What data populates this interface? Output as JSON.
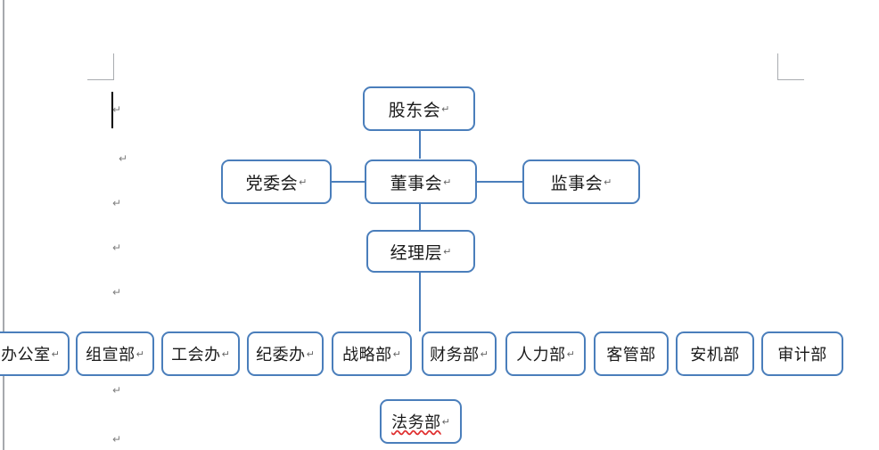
{
  "document": {
    "type": "word-processor-page",
    "page_background": "#ffffff",
    "margin_guide_color": "#a9acb0",
    "page_edge_color": "#a6a9ad"
  },
  "theme": {
    "box_border": "#4a7ebb",
    "connector": "#4a7ebb",
    "box_fill": "#ffffff",
    "text": "#1a1a1a",
    "paragraph_mark": "#808080",
    "spellcheck_underline": "#e03030",
    "caret": "#000000"
  },
  "chart": {
    "title": "",
    "return_mark": "↵",
    "levels": {
      "shareholders": {
        "label": "股东会",
        "return_mark": "↵"
      },
      "party_committee": {
        "label": "党委会",
        "return_mark": "↵"
      },
      "board_of_directors": {
        "label": "董事会",
        "return_mark": "↵"
      },
      "board_of_supervisors": {
        "label": "监事会",
        "return_mark": "↵"
      },
      "management": {
        "label": "经理层",
        "return_mark": "↵"
      }
    },
    "departments": [
      {
        "label": "办公室",
        "return_mark": "↵",
        "clipped": true
      },
      {
        "label": "组宣部",
        "return_mark": "↵"
      },
      {
        "label": "工会办",
        "return_mark": "↵"
      },
      {
        "label": "纪委办",
        "return_mark": "↵"
      },
      {
        "label": "战略部",
        "return_mark": "↵"
      },
      {
        "label": "财务部",
        "return_mark": "↵"
      },
      {
        "label": "人力部",
        "return_mark": "↵"
      },
      {
        "label": "客管部",
        "return_mark": ""
      },
      {
        "label": "安机部",
        "return_mark": ""
      },
      {
        "label": "审计部",
        "return_mark": ""
      }
    ],
    "detached": {
      "legal": {
        "label": "法务部",
        "return_mark": "↵",
        "spellcheck_flagged": true
      }
    }
  },
  "paragraph_marks": [
    {
      "mark": "↵"
    },
    {
      "mark": "↵"
    },
    {
      "mark": "↵"
    },
    {
      "mark": "↵"
    },
    {
      "mark": "↵"
    },
    {
      "mark": "↵"
    },
    {
      "mark": "↵"
    }
  ]
}
